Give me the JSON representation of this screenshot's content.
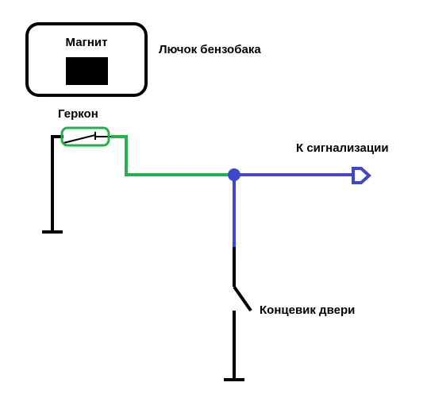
{
  "labels": {
    "magnet": "Магнит",
    "hatch": "Лючок бензобака",
    "reed_switch": "Геркон",
    "to_alarm": "К сигнализации",
    "door_switch": "Концевик двери"
  },
  "colors": {
    "wire_black": "#000000",
    "wire_green": "#22b14c",
    "wire_blue": "#3f48cc",
    "background": "#ffffff"
  }
}
